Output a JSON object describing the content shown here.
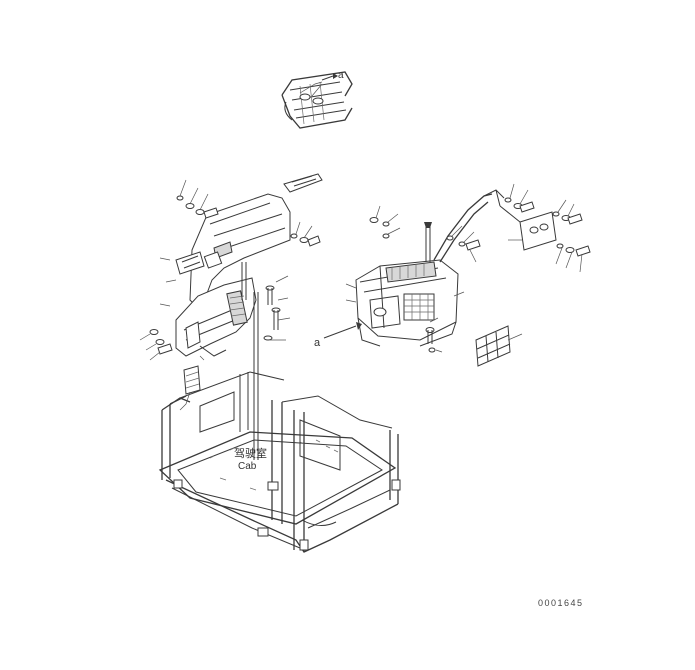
{
  "diagram": {
    "cab_label_cn": "驾驶室",
    "cab_label_en": "Cab",
    "ref_label_top": "a",
    "ref_label_left": "a",
    "drawing_number": "0001645"
  }
}
